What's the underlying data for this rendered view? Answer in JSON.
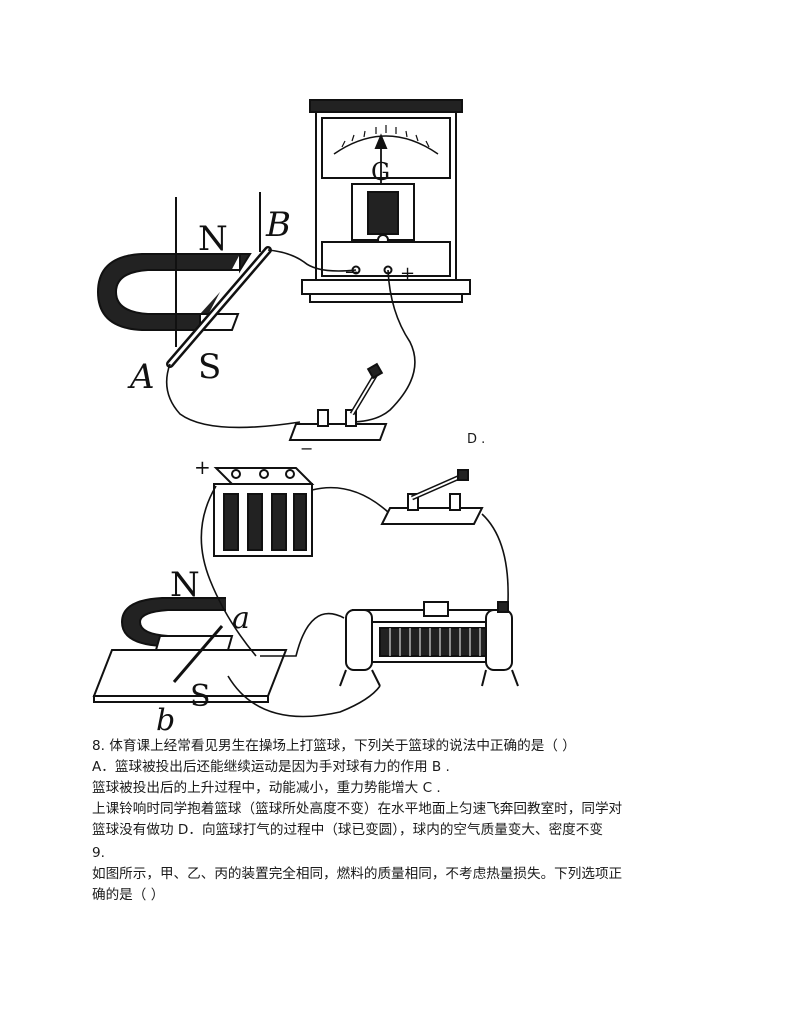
{
  "figure_top": {
    "meter_letter": "G",
    "minus": "−",
    "plus": "+",
    "label_N": "N",
    "label_S": "S",
    "label_A": "A",
    "label_B": "B",
    "switch_minus": "−"
  },
  "option_d_label": "D .",
  "figure_bottom": {
    "plus": "+",
    "label_N": "N",
    "label_S": "S",
    "label_a": "a",
    "label_b": "b"
  },
  "question8": {
    "stem": "8. 体育课上经常看见男生在操场上打篮球，下列关于篮球的说法中正确的是（      ）",
    "line_a": "A．篮球被投出后还能继续运动是因为手对球有力的作用 B .",
    "line_b": "篮球被投出后的上升过程中，动能减小，重力势能增大 C .",
    "line_c": "上课铃响时同学抱着篮球（篮球所处高度不变）在水平地面上匀速飞奔回教室时，同学对",
    "line_d": "篮球没有做功 D．向篮球打气的过程中（球已变圆），球内的空气质量变大、密度不变"
  },
  "question9": {
    "number": "9.",
    "line1": "如图所示，甲、乙、丙的装置完全相同，燃料的质量相同，不考虑热量损失。下列选项正",
    "line2": "确的是（      ）"
  }
}
